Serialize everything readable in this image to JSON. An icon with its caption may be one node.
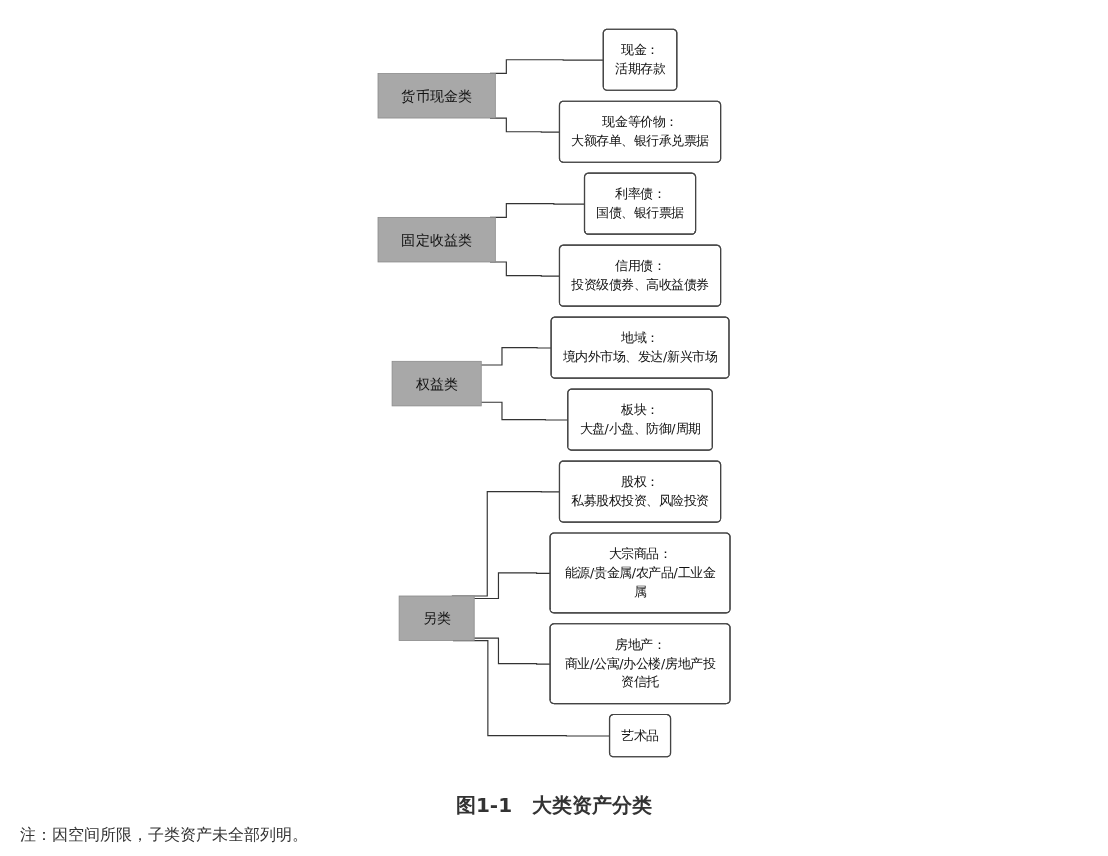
{
  "diagram": {
    "caption": "图1-1　大类资产分类",
    "nodes": [
      {
        "text": [
          "货币现金类"
        ]
      },
      {
        "text": [
          "现金：",
          "活期存款"
        ]
      },
      {
        "text": [
          "现金等价物：",
          "大额存单、银行承兑票据"
        ]
      },
      {
        "text": [
          "固定收益类"
        ]
      },
      {
        "text": [
          "利率债：",
          "国债、银行票据"
        ]
      },
      {
        "text": [
          "信用债：",
          "投资级债券、高收益债券"
        ]
      },
      {
        "text": [
          "权益类"
        ]
      },
      {
        "text": [
          "地域：",
          "境内外市场、发达/新兴市场"
        ]
      },
      {
        "text": [
          "板块：",
          "大盘/小盘、防御/周期"
        ]
      },
      {
        "text": [
          "另类"
        ]
      },
      {
        "text": [
          "股权：",
          "私募股权投资、风险投资"
        ]
      },
      {
        "text": [
          "大宗商品：",
          "能源/贵金属/农产品/工业金属"
        ]
      },
      {
        "text": [
          "房地产：",
          "商业/公寓/办公楼/房地产投资信托"
        ]
      },
      {
        "text": [
          "艺术品"
        ]
      }
    ],
    "edges": [
      {
        "from": 0,
        "to": 1,
        "arrow": "none"
      },
      {
        "from": 0,
        "to": 2,
        "arrow": "none"
      },
      {
        "from": 3,
        "to": 4,
        "arrow": "none"
      },
      {
        "from": 3,
        "to": 5,
        "arrow": "none"
      },
      {
        "from": 6,
        "to": 7,
        "arrow": "none"
      },
      {
        "from": 6,
        "to": 8,
        "arrow": "none"
      },
      {
        "from": 9,
        "to": 10,
        "arrow": "none"
      },
      {
        "from": 9,
        "to": 11,
        "arrow": "none"
      },
      {
        "from": 9,
        "to": 12,
        "arrow": "none"
      },
      {
        "from": 9,
        "to": 13,
        "arrow": "none"
      }
    ],
    "labels": [
      "注：因空间所限，子类资产未全部列明。"
    ]
  }
}
